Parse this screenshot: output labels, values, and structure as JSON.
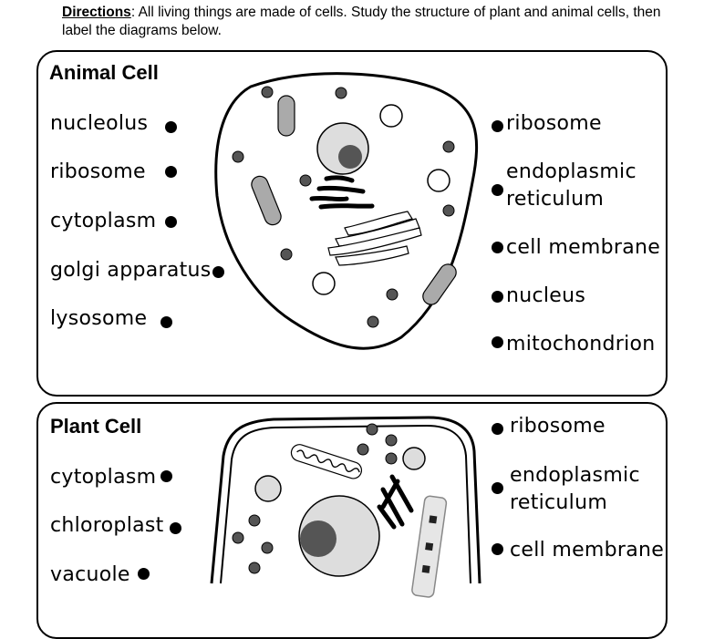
{
  "directions": {
    "label": "Directions",
    "text": ": All living things are made of cells.  Study the structure of plant and animal cells, then label the diagrams below."
  },
  "animal": {
    "title": "Animal Cell",
    "left_labels": [
      "nucleolus",
      "ribosome",
      "cytoplasm",
      "golgi apparatus",
      "lysosome"
    ],
    "right_labels": [
      "ribosome",
      "endoplasmic reticulum",
      "cell membrane",
      "nucleus",
      "mitochondrion"
    ]
  },
  "plant": {
    "title": "Plant Cell",
    "left_labels": [
      "cytoplasm",
      "chloroplast",
      "vacuole"
    ],
    "right_labels": [
      "ribosome",
      "endoplasmic reticulum",
      "cell membrane"
    ]
  }
}
